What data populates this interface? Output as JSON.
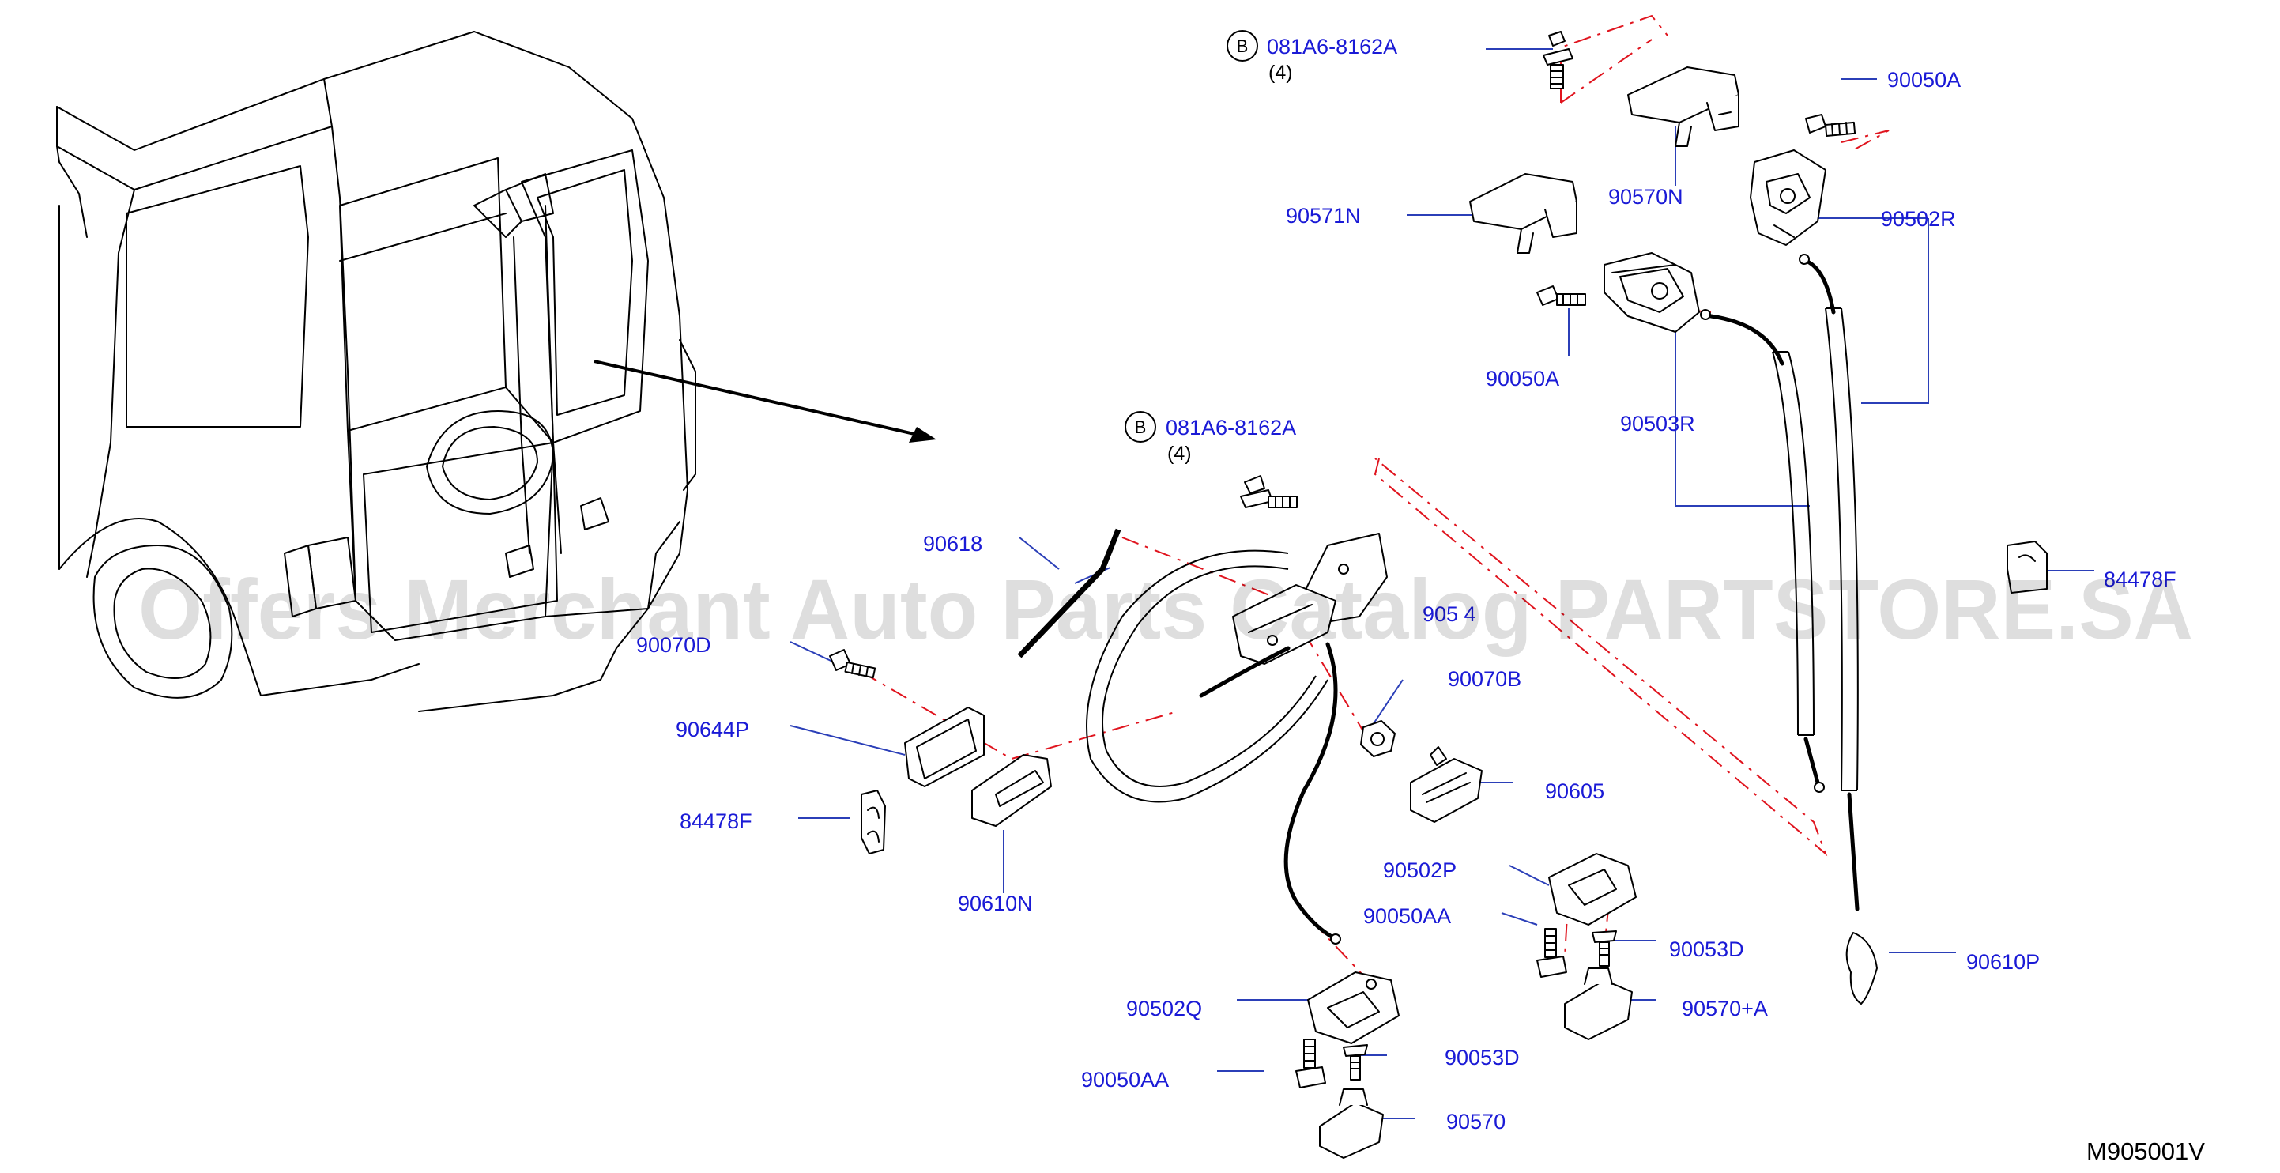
{
  "watermark": "Offers Merchant Auto Parts Catalog PARTSTORE.SA",
  "diagram_code": "M905001V",
  "callouts": {
    "b_top": {
      "letter": "B",
      "part": "081A6-8162A",
      "qty": "(4)"
    },
    "b_mid": {
      "letter": "B",
      "part": "081A6-8162A",
      "qty": "(4)"
    }
  },
  "labels": {
    "p90050A_top": "90050A",
    "p90570N": "90570N",
    "p90571N": "90571N",
    "p90502R": "90502R",
    "p90050A_mid": "90050A",
    "p90503R": "90503R",
    "p84478F_right": "84478F",
    "p90618": "90618",
    "p905_4": "905 4",
    "p90070D": "90070D",
    "p90070B": "90070B",
    "p90644P": "90644P",
    "p90605": "90605",
    "p84478F_left": "84478F",
    "p90610N": "90610N",
    "p90502P": "90502P",
    "p90050AA_mid": "90050AA",
    "p90053D_right": "90053D",
    "p90610P": "90610P",
    "p90570A": "90570+A",
    "p90502Q": "90502Q",
    "p90050AA_low": "90050AA",
    "p90053D_low": "90053D",
    "p90570": "90570"
  },
  "colors": {
    "label_blue": "#1a1ad6",
    "leader_blue": "#2b3fb8",
    "dash_red": "#e0141e",
    "line_black": "#000000"
  }
}
